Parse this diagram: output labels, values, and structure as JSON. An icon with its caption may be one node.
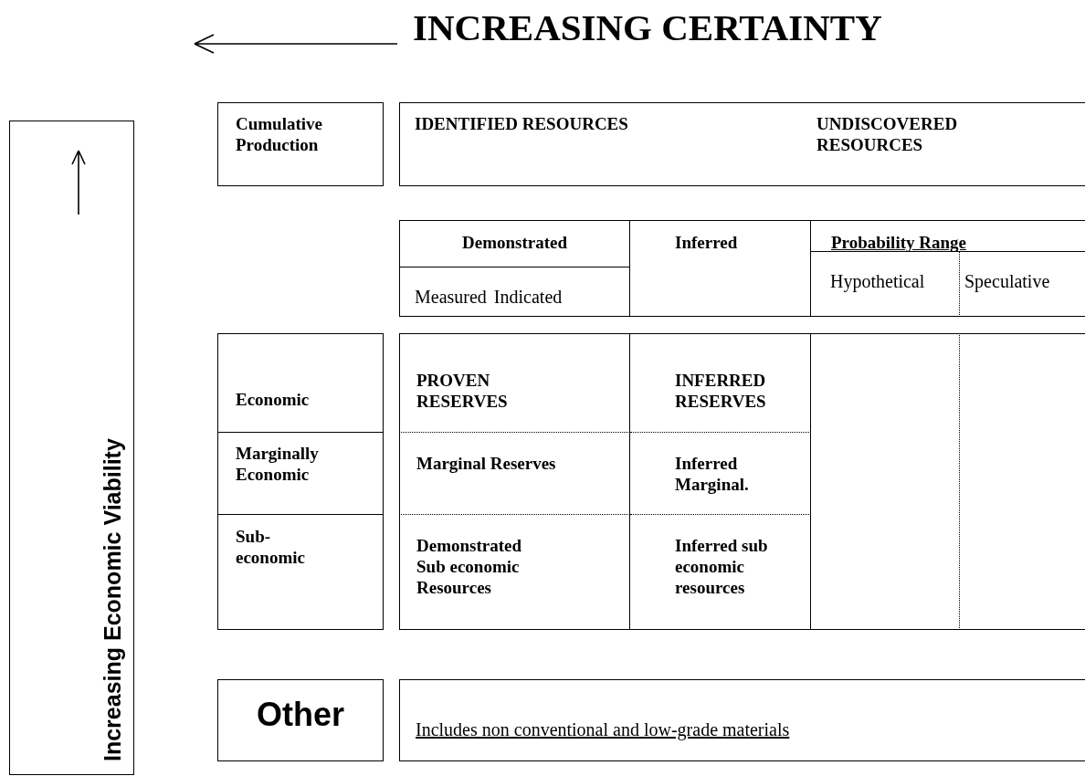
{
  "diagram": {
    "title": "INCREASING CERTAINTY",
    "nodes": [
      {
        "text": [
          "Increasing Economic Viability"
        ]
      },
      {
        "text": [
          "Cumulative Production"
        ]
      },
      {
        "text": [
          "IDENTIFIED RESOURCES",
          "UNDISCOVERED RESOURCES"
        ]
      },
      {
        "text": [
          "Demonstrated"
        ]
      },
      {
        "text": [
          "Measured",
          "Indicated"
        ]
      },
      {
        "text": [
          "Inferred"
        ]
      },
      {
        "text": [
          "Probability Range"
        ]
      },
      {
        "text": [
          "Hypothetical"
        ]
      },
      {
        "text": [
          "Speculative"
        ]
      },
      {
        "text": [
          "Economic"
        ]
      },
      {
        "text": [
          "Marginally Economic"
        ]
      },
      {
        "text": [
          "Sub- economic"
        ]
      },
      {
        "text": [
          "PROVEN RESERVES"
        ]
      },
      {
        "text": [
          "INFERRED RESERVES"
        ]
      },
      {
        "text": [
          "Marginal Reserves"
        ]
      },
      {
        "text": [
          "Inferred Marginal."
        ]
      },
      {
        "text": [
          "Demonstrated Sub economic Resources"
        ]
      },
      {
        "text": [
          "Inferred sub economic resources"
        ]
      },
      {
        "text": [],
        "shape": "box"
      },
      {
        "text": [],
        "shape": "box"
      },
      {
        "text": [
          "Other"
        ]
      },
      {
        "text": [
          "Includes non conventional and low-grade materials"
        ]
      }
    ],
    "edges": []
  }
}
